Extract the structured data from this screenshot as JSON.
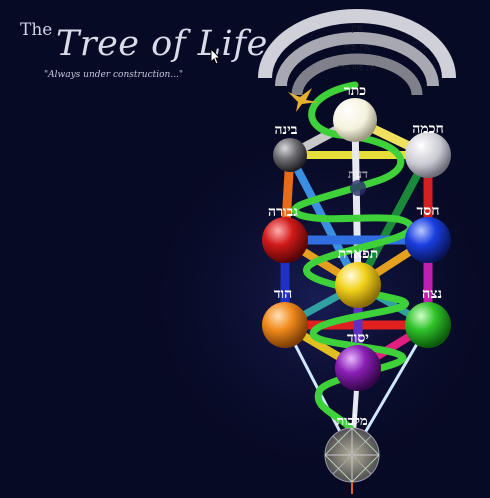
{
  "header": {
    "title_prefix": "The",
    "title_main": "Tree of Life",
    "subtitle": "\"Always under construction...\""
  },
  "arcs": {
    "outer": "אין",
    "middle": "אין סוף",
    "inner": "אין סוף אור"
  },
  "sephirot": {
    "keter": "כתר",
    "chokhmah": "חכמה",
    "binah": "בינה",
    "daat": "דעת",
    "chesed": "חסד",
    "gevurah": "גבורה",
    "tiferet": "תפארת",
    "netzach": "נצח",
    "hod": "הוד",
    "yesod": "יסוד",
    "malkhut": "מלכות"
  },
  "colors": {
    "background": "#070a24",
    "keter": "#f4f1dc",
    "chokhmah": "#d9d9e0",
    "binah": "#6a6a70",
    "gevurah": "#d11a1a",
    "chesed": "#1a3ee0",
    "tiferet": "#f2d21b",
    "hod": "#f08a1c",
    "netzach": "#2fc22a",
    "yesod": "#8a1fb5",
    "serpent": "#3fd13a"
  },
  "icons": {
    "cursor": "mouse-cursor-icon",
    "crown_bird": "bird-icon"
  }
}
